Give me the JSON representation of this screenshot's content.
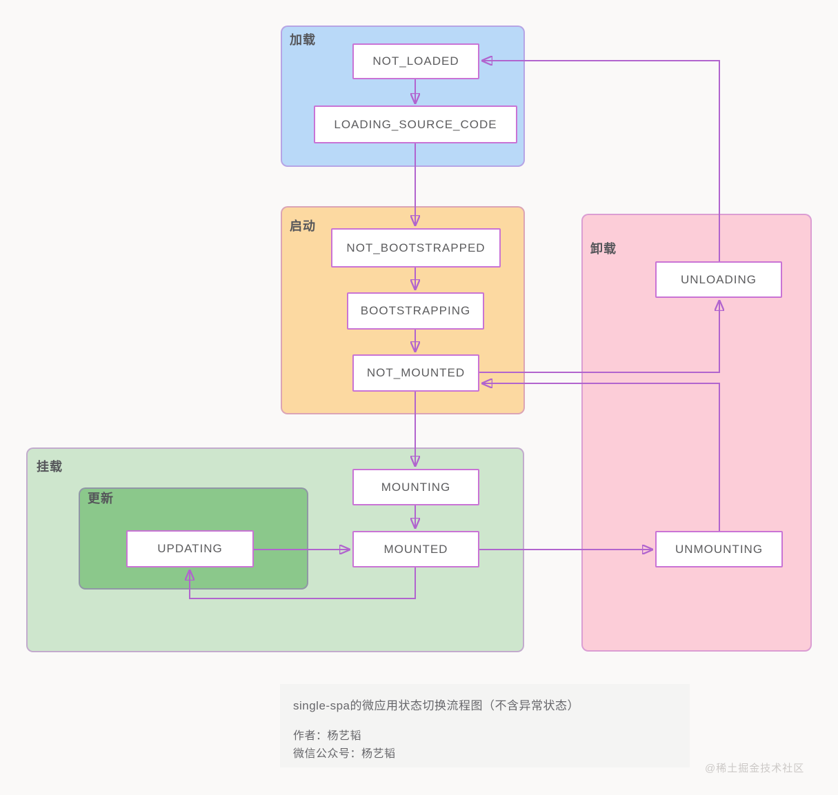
{
  "page": {
    "background_color": "#faf9f8",
    "watermark": "@稀土掘金技术社区"
  },
  "diagram": {
    "groups": {
      "load": {
        "label": "加载",
        "fill": "#b9d9f8"
      },
      "bootstrap": {
        "label": "启动",
        "fill": "#fcd9a1"
      },
      "unload": {
        "label": "卸载",
        "fill": "#fccdd8"
      },
      "mount": {
        "label": "挂载",
        "fill": "#cee6cd"
      },
      "update": {
        "label": "更新",
        "fill": "#8bc88b"
      }
    },
    "states": {
      "not_loaded": "NOT_LOADED",
      "loading_source_code": "LOADING_SOURCE_CODE",
      "not_bootstrapped": "NOT_BOOTSTRAPPED",
      "bootstrapping": "BOOTSTRAPPING",
      "not_mounted": "NOT_MOUNTED",
      "mounting": "MOUNTING",
      "mounted": "MOUNTED",
      "updating": "UPDATING",
      "unmounting": "UNMOUNTING",
      "unloading": "UNLOADING"
    },
    "edges": [
      {
        "from": "NOT_LOADED",
        "to": "LOADING_SOURCE_CODE"
      },
      {
        "from": "LOADING_SOURCE_CODE",
        "to": "NOT_BOOTSTRAPPED"
      },
      {
        "from": "NOT_BOOTSTRAPPED",
        "to": "BOOTSTRAPPING"
      },
      {
        "from": "BOOTSTRAPPING",
        "to": "NOT_MOUNTED"
      },
      {
        "from": "NOT_MOUNTED",
        "to": "MOUNTING"
      },
      {
        "from": "MOUNTING",
        "to": "MOUNTED"
      },
      {
        "from": "UPDATING",
        "to": "MOUNTED"
      },
      {
        "from": "MOUNTED",
        "to": "UPDATING"
      },
      {
        "from": "MOUNTED",
        "to": "UNMOUNTING"
      },
      {
        "from": "UNMOUNTING",
        "to": "NOT_MOUNTED"
      },
      {
        "from": "NOT_MOUNTED",
        "to": "UNLOADING"
      },
      {
        "from": "UNLOADING",
        "to": "NOT_LOADED"
      }
    ],
    "line_color": "#b164ce"
  },
  "caption": {
    "title": "single-spa的微应用状态切换流程图（不含异常状态）",
    "author_line": "作者：杨艺韬",
    "wechat_line": "微信公众号：杨艺韬"
  }
}
